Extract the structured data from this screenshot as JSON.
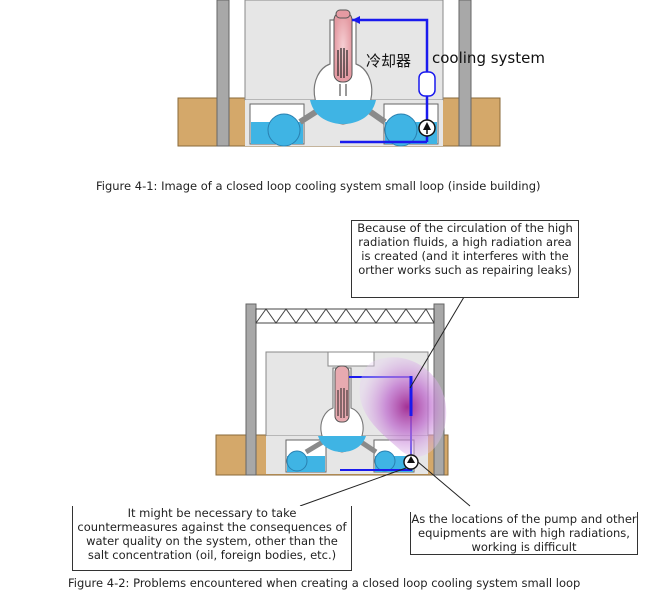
{
  "figure1": {
    "label_cn": "冷却器",
    "label_en": "cooling system",
    "caption": "Figure 4-1: Image of a closed loop cooling system small loop (inside building)"
  },
  "figure2": {
    "callout_top": "Because of the circulation of the high radiation fluids, a high radiation area is created (and it interferes with the orther works such as repairing leaks)",
    "callout_left": "It might be necessary to take countermeasures against the consequences of water quality on the system, other than the salt concentration (oil, foreign bodies, etc.)",
    "callout_right": "As the locations of the pump and other equipments are with high radiations, working is difficult",
    "caption": "Figure 4-2: Problems encountered when creating a closed loop cooling system small loop"
  },
  "colors": {
    "soil": "#d4a86a",
    "wall": "#a8a8a8",
    "floor": "#e4e4e4",
    "water": "#3fb4e4",
    "pipe": "#1a1aee",
    "vessel": "#e8aab0",
    "radiation": "#a040c0"
  }
}
